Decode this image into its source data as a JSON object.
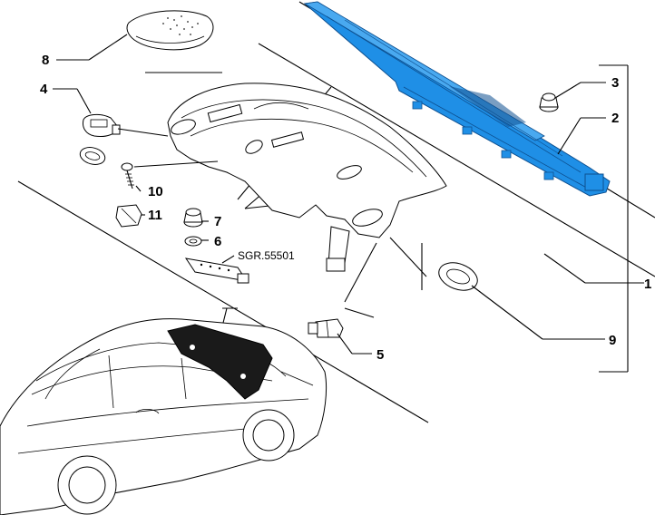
{
  "callouts": [
    {
      "id": "1",
      "label": "1"
    },
    {
      "id": "2",
      "label": "2"
    },
    {
      "id": "3",
      "label": "3"
    },
    {
      "id": "4",
      "label": "4"
    },
    {
      "id": "5",
      "label": "5"
    },
    {
      "id": "6",
      "label": "6"
    },
    {
      "id": "7",
      "label": "7"
    },
    {
      "id": "8",
      "label": "8"
    },
    {
      "id": "9",
      "label": "9"
    },
    {
      "id": "10",
      "label": "10"
    },
    {
      "id": "11",
      "label": "11"
    }
  ],
  "reference": "SGR.55501",
  "colors": {
    "highlight": "#1f8fe6",
    "highlight_dark": "#0d4f8f",
    "line": "#000000",
    "shelf_dark": "#1a1a1a"
  }
}
